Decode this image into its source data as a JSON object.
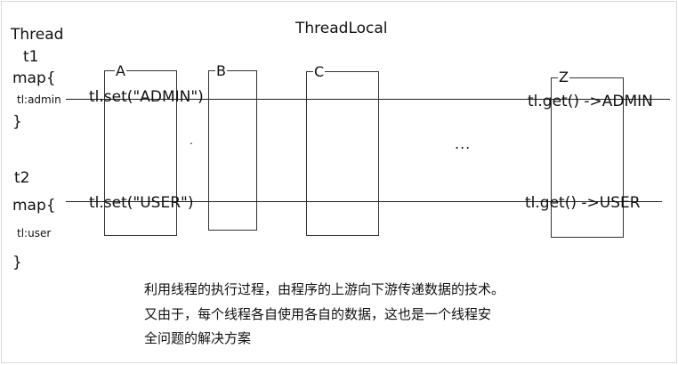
{
  "title": "ThreadLocal",
  "left": {
    "thread": "Thread",
    "t1": {
      "name": "t1",
      "map_open": "map{",
      "entry": "tl:admin",
      "close": "}"
    },
    "t2": {
      "name": "t2",
      "map_open": "map{",
      "entry": "tl:user",
      "close": "}"
    }
  },
  "boxes": [
    {
      "label": "A"
    },
    {
      "label": "B"
    },
    {
      "label": "C"
    },
    {
      "label": "Z"
    }
  ],
  "dot": ".",
  "ellipsis": "...",
  "row1": {
    "set": "tl.set(\"ADMIN\")",
    "get": "tl.get() ->ADMIN"
  },
  "row2": {
    "set": "tl.set(\"USER\")",
    "get": "tl.get() ->USER"
  },
  "description": [
    "利用线程的执行过程，由程序的上游向下游传递数据的技术。",
    "又由于，每个线程各自使用各自的数据，这也是一个线程安",
    "全问题的解决方案"
  ]
}
